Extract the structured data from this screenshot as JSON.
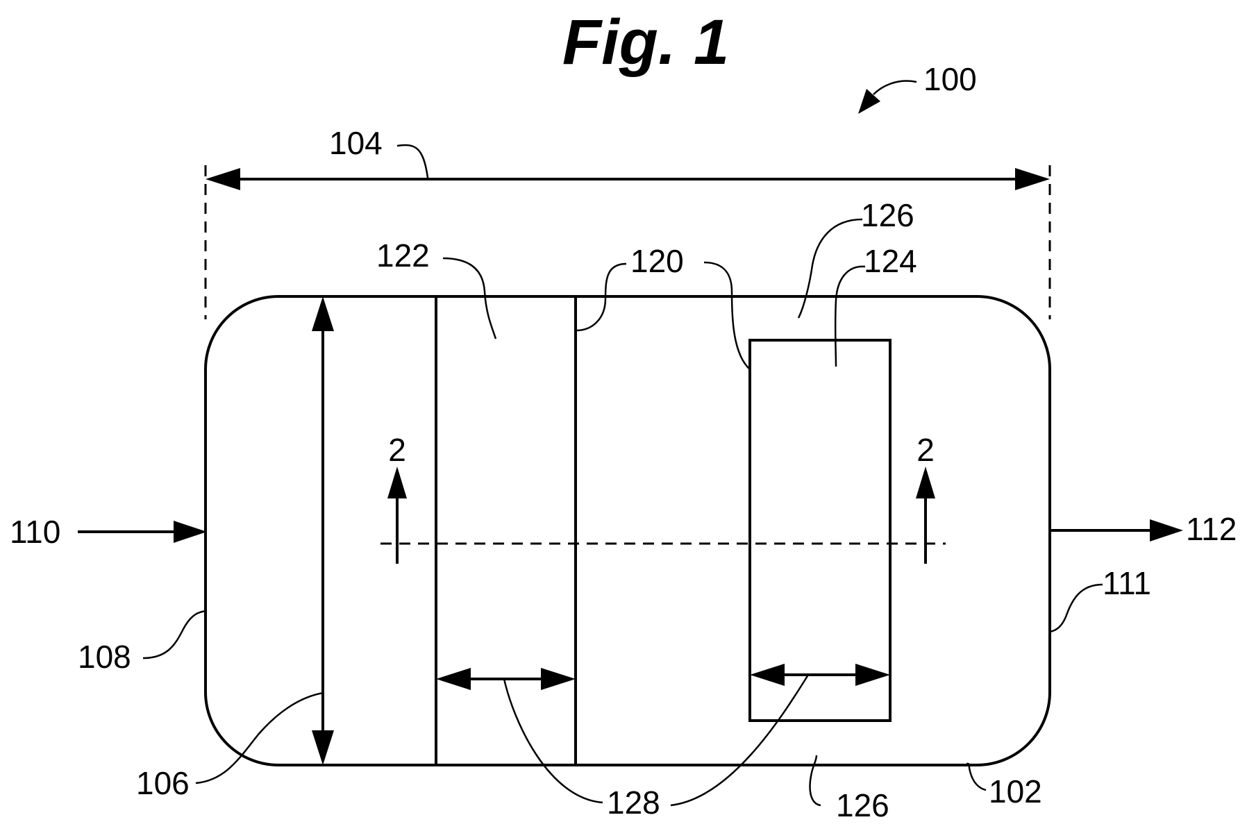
{
  "figure": {
    "title": "Fig. 1",
    "labels": {
      "r100": "100",
      "r102": "102",
      "r104": "104",
      "r106": "106",
      "r108": "108",
      "r110": "110",
      "r111": "111",
      "r112": "112",
      "r120": "120",
      "r122": "122",
      "r124": "124",
      "r126_top": "126",
      "r126_bottom": "126",
      "r128": "128",
      "section_left": "2",
      "section_right": "2"
    }
  }
}
